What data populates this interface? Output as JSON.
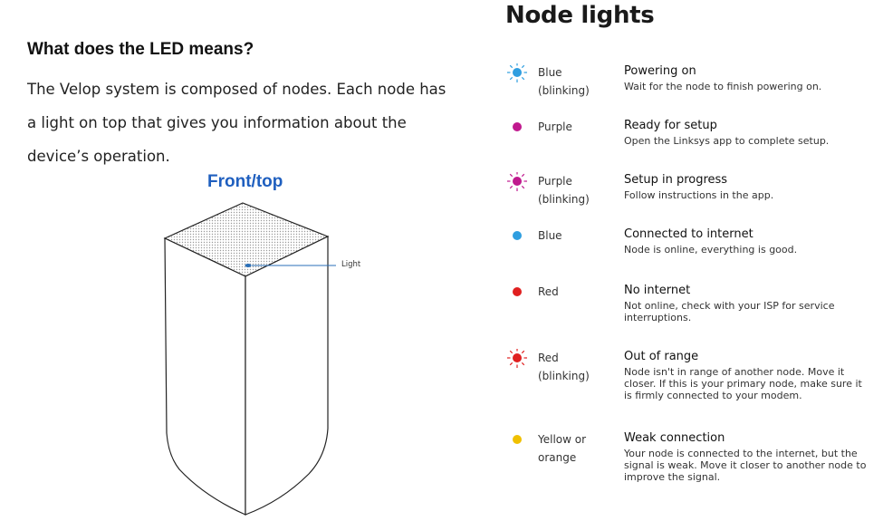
{
  "left": {
    "heading": "What does the LED means?",
    "intro": "The Velop system is composed of nodes.  Each node has a light on top that gives you information about the device’s operation.",
    "front_caption": "Front/top",
    "light_label": "Light"
  },
  "right": {
    "title": "Node lights",
    "leds": [
      {
        "color_name": "Blue",
        "modifier": "(blinking)",
        "status": "Powering on",
        "description": "Wait for the node to finish powering on.",
        "hex": "#2f9ee0",
        "blinking": true
      },
      {
        "color_name": "Purple",
        "modifier": "",
        "status": "Ready for setup",
        "description": "Open the Linksys app to complete setup.",
        "hex": "#c0198e",
        "blinking": false
      },
      {
        "color_name": "Purple",
        "modifier": "(blinking)",
        "status": "Setup in progress",
        "description": "Follow instructions in the app.",
        "hex": "#c0198e",
        "blinking": true
      },
      {
        "color_name": "Blue",
        "modifier": "",
        "status": "Connected to internet",
        "description": "Node is online, everything is good.",
        "hex": "#2f9ee0",
        "blinking": false
      },
      {
        "color_name": "Red",
        "modifier": "",
        "status": "No internet",
        "description": "Not online, check with your ISP for service interruptions.",
        "hex": "#e02020",
        "blinking": false
      },
      {
        "color_name": "Red",
        "modifier": "(blinking)",
        "status": "Out of range",
        "description": "Node isn't in range of another node. Move it closer. If this is your primary node, make sure it is firmly connected to your modem.",
        "hex": "#e02020",
        "blinking": true
      },
      {
        "color_name": "Yellow or",
        "modifier": "orange",
        "status": "Weak connection",
        "description": "Your node is connected to the internet, but the signal is weak. Move it closer to another node to improve the signal.",
        "hex": "#f0c000",
        "blinking": false
      }
    ]
  }
}
